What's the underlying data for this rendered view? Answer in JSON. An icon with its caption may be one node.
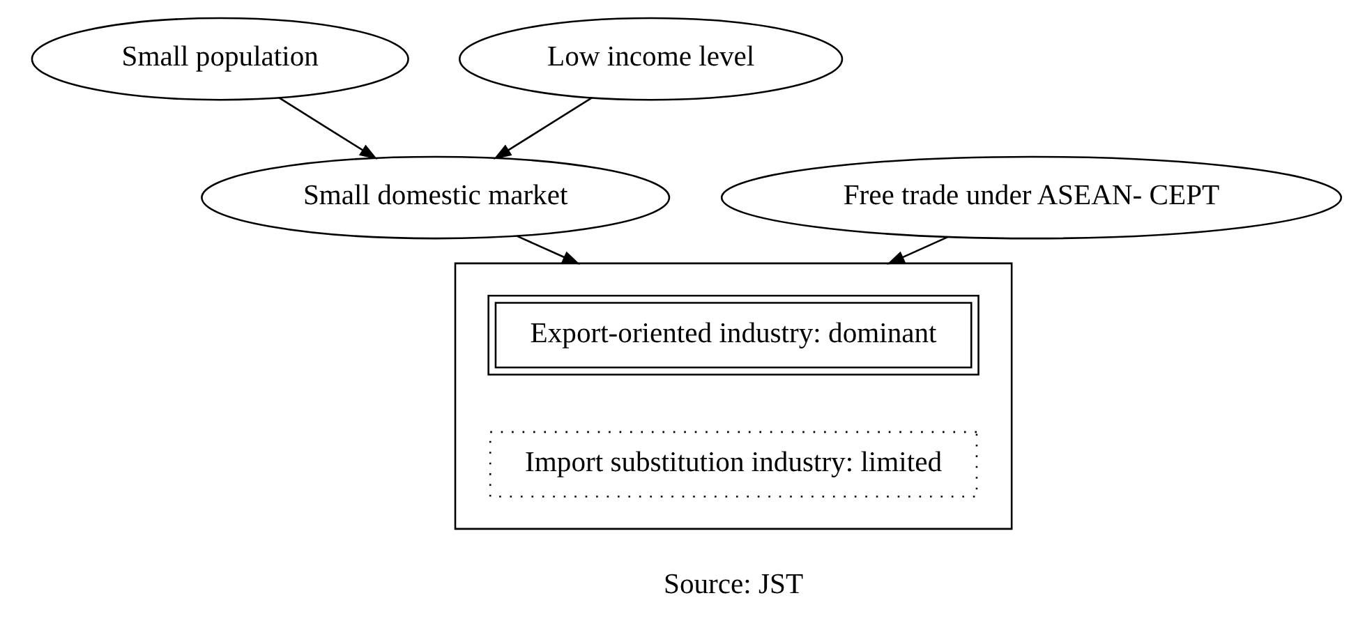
{
  "diagram": {
    "nodes": [
      {
        "text": [
          "Small population"
        ]
      },
      {
        "text": [
          "Low income level"
        ]
      },
      {
        "text": [
          "Small domestic market"
        ]
      },
      {
        "text": [
          "Free trade under ASEAN- CEPT"
        ]
      },
      {
        "text": [],
        "shape": "box"
      },
      {
        "text": [
          "Export-oriented industry: dominant"
        ],
        "in": 4
      },
      {
        "text": [
          "Import substitution industry: limited"
        ],
        "in": 4
      }
    ],
    "edges": [
      {
        "from": 0,
        "to": 2,
        "arrow": "to"
      },
      {
        "from": 1,
        "to": 2,
        "arrow": "to"
      },
      {
        "from": 2,
        "to": 4,
        "arrow": "to"
      },
      {
        "from": 3,
        "to": 4,
        "arrow": "to"
      }
    ],
    "labels": [
      "Source: JST"
    ]
  }
}
